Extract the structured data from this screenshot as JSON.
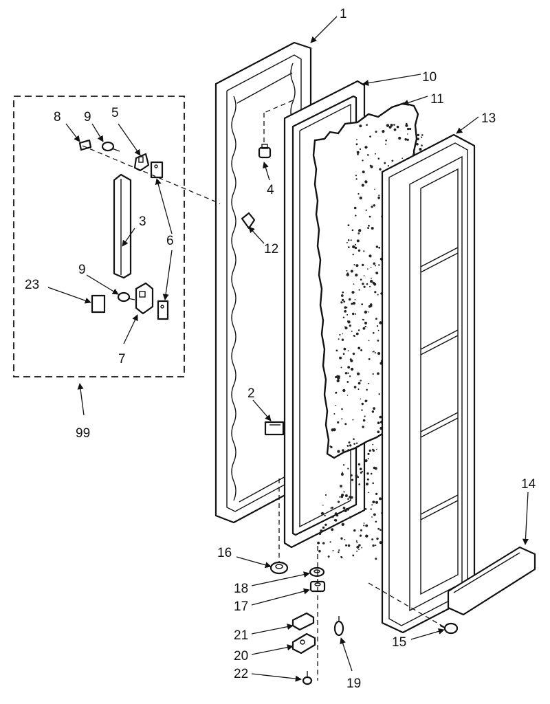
{
  "callouts": {
    "p1": "1",
    "p2": "2",
    "p3": "3",
    "p4": "4",
    "p5": "5",
    "p6": "6",
    "p7": "7",
    "p8": "8",
    "p9a": "9",
    "p9b": "9",
    "p10": "10",
    "p11": "11",
    "p12": "12",
    "p13": "13",
    "p14": "14",
    "p15": "15",
    "p16": "16",
    "p17": "17",
    "p18": "18",
    "p19": "19",
    "p20": "20",
    "p21": "21",
    "p22": "22",
    "p23": "23",
    "p99": "99"
  }
}
